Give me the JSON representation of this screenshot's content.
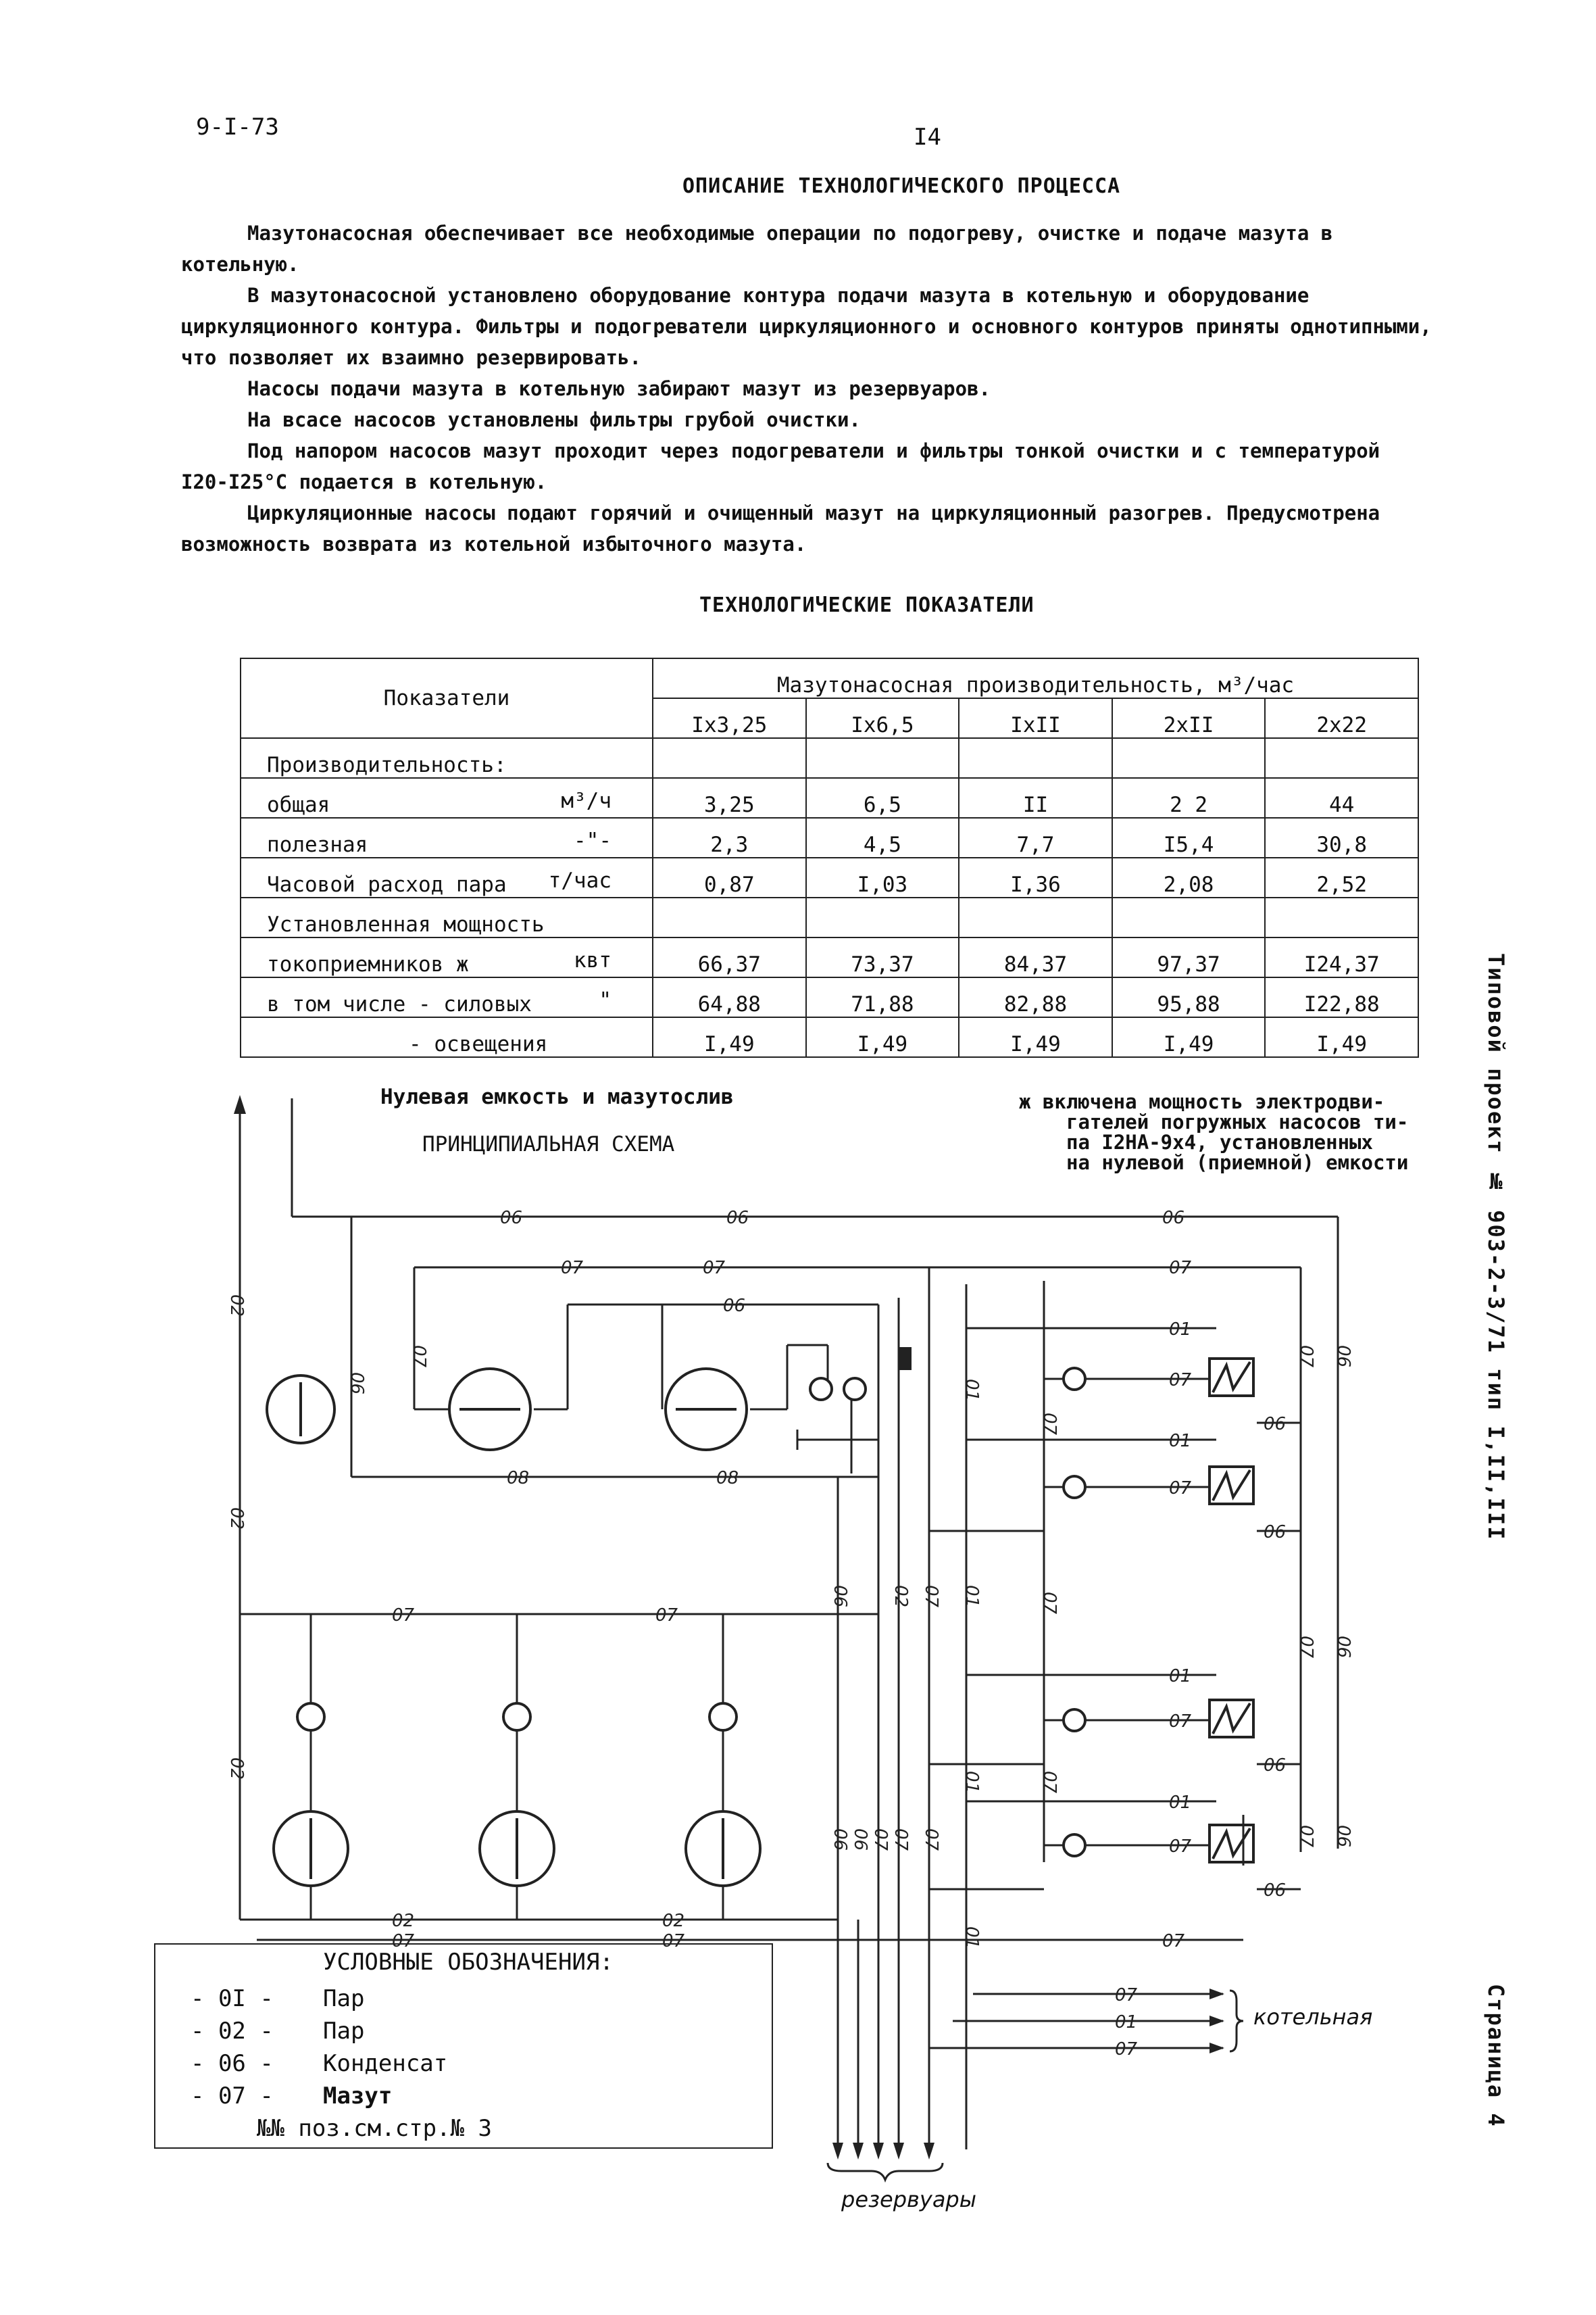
{
  "page": {
    "doc_code": "9-I-73",
    "page_number": "I4",
    "side_project": "Типовой проект № 903-2-3/71 тип I,II,III",
    "side_page": "Страница 4"
  },
  "description": {
    "title": "ОПИСАНИЕ ТЕХНОЛОГИЧЕСКОГО ПРОЦЕССА",
    "paragraphs": [
      "Мазутонасосная обеспечивает все необходимые операции по подогреву, очистке и подаче мазута в котельную.",
      "В мазутонасосной установлено оборудование контура подачи мазута в котельную и оборудование циркуляционного контура. Фильтры и подогреватели циркуляционного и основного контуров приняты однотипными, что позволяет их взаимно резервировать.",
      "Насосы подачи мазута в котельную забирают мазут из резервуаров.",
      "На всасе насосов установлены фильтры грубой очистки.",
      "Под напором насосов мазут проходит через подогреватели и фильтры тонкой очистки и с температурой I20-I25°С подается в котельную.",
      "Циркуляционные насосы подают горячий и очищенный мазут на циркуляционный разогрев. Предусмотрена возможность возврата из котельной избыточного мазута."
    ]
  },
  "indicators": {
    "title": "ТЕХНОЛОГИЧЕСКИЕ ПОКАЗАТЕЛИ",
    "header_label": "Показатели",
    "group_header": "Мазутонасосная производительность, м³/час",
    "columns": [
      "Iх3,25",
      "Iх6,5",
      "IхII",
      "2хII",
      "2х22"
    ],
    "rows": [
      {
        "label": "Производительность:",
        "unit": "",
        "values": [
          "",
          "",
          "",
          "",
          ""
        ]
      },
      {
        "label": "общая",
        "unit": "м³/ч",
        "values": [
          "3,25",
          "6,5",
          "II",
          "2 2",
          "44"
        ]
      },
      {
        "label": "полезная",
        "unit": "-\"-",
        "values": [
          "2,3",
          "4,5",
          "7,7",
          "I5,4",
          "30,8"
        ]
      },
      {
        "label": "Часовой расход пара",
        "unit": "т/час",
        "values": [
          "0,87",
          "I,03",
          "I,36",
          "2,08",
          "2,52"
        ]
      },
      {
        "label": "Установленная мощность",
        "unit": "",
        "values": [
          "",
          "",
          "",
          "",
          ""
        ]
      },
      {
        "label": "токоприемников ж",
        "unit": "квт",
        "values": [
          "66,37",
          "73,37",
          "84,37",
          "97,37",
          "I24,37"
        ]
      },
      {
        "label": "в том числе - силовых",
        "unit": "\"",
        "values": [
          "64,88",
          "71,88",
          "82,88",
          "95,88",
          "I22,88"
        ]
      },
      {
        "label": "- освещения",
        "unit": "",
        "values": [
          "I,49",
          "I,49",
          "I,49",
          "I,49",
          "I,49"
        ]
      }
    ],
    "footnote_lines": [
      "ж включена мощность электродви-",
      "гателей погружных насосов ти-",
      "па I2НА-9х4, установленных",
      "на нулевой (приемной) емкости"
    ]
  },
  "scheme": {
    "zero_tank_label": "Нулевая емкость и мазутослив",
    "title": "ПРИНЦИПИАЛЬНАЯ СХЕМА",
    "boiler_label": "котельная",
    "tanks_label": "резервуары",
    "line_codes": {
      "steam": "01",
      "steam2": "02",
      "condensate": "06",
      "fuel": "07",
      "drain": "08"
    }
  },
  "legend": {
    "title": "УСЛОВНЫЕ ОБОЗНАЧЕНИЯ:",
    "items": [
      {
        "code": "- 0I -",
        "label": "Пар"
      },
      {
        "code": "- 02 -",
        "label": "Пар"
      },
      {
        "code": "- 06 -",
        "label": "Конденсат"
      },
      {
        "code": "- 07 -",
        "label": "Мазут"
      }
    ],
    "note": "№№ поз.см.стр.№ 3"
  }
}
